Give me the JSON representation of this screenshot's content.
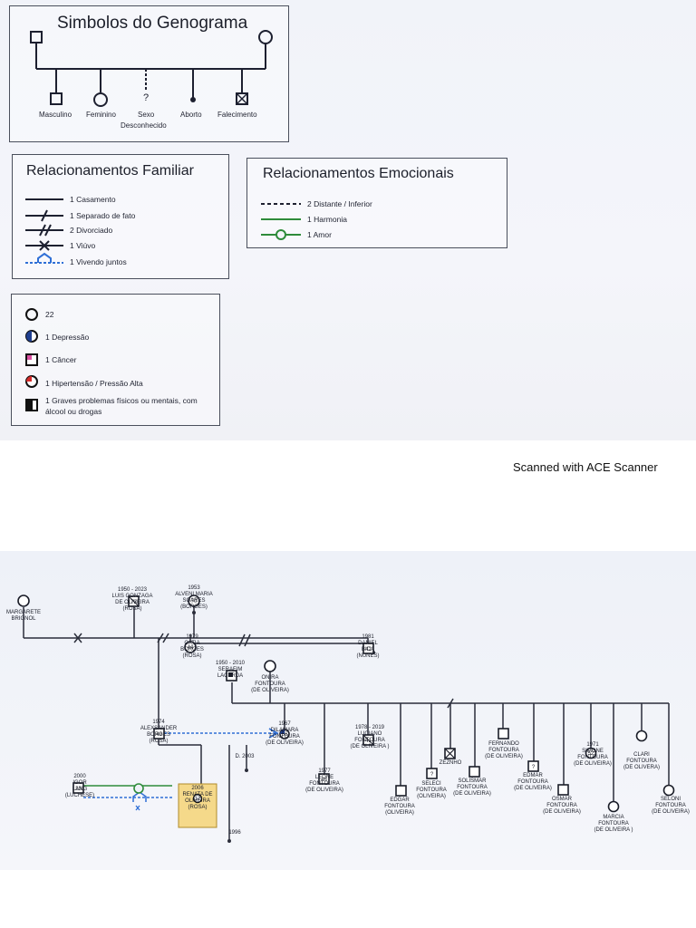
{
  "symbols_panel": {
    "title": "Simbolos do Genograma",
    "items": [
      "Masculino",
      "Feminino",
      "Sexo",
      "Desconhecido",
      "Aborto",
      "Falecimento"
    ],
    "unknown_mark": "?"
  },
  "family_panel": {
    "title": "Relacionamentos Familiar",
    "items": [
      "1 Casamento",
      "1 Separado de fato",
      "2 Divorciado",
      "1 Viúvo",
      "1 Vivendo juntos"
    ]
  },
  "emotional_panel": {
    "title": "Relacionamentos Emocionais",
    "items": [
      "2 Distante / Inferior",
      "1 Harmonia",
      "1 Amor"
    ]
  },
  "health_panel": {
    "items": [
      "22",
      "1 Depressão",
      "1 Câncer",
      "1 Hipertensão / Pressão Alta",
      "1 Graves problemas físicos ou mentais, com",
      "álcool ou drogas"
    ]
  },
  "scan_caption": "Scanned with ACE Scanner",
  "genogram": {
    "people": {
      "margarete": [
        "MARGARETE",
        "BRIGNOL"
      ],
      "luis": [
        "1950 - 2023",
        "LUIS GONZAGA",
        "DE OLIVEIRA",
        "(ROSA)"
      ],
      "alveni": [
        "1953",
        "ALVENI MARIA",
        "SOARES",
        "(BORGES)"
      ],
      "catia": [
        "1979",
        "CATIA",
        "BORGES",
        "(ROSA)"
      ],
      "daniel": [
        "1981",
        "DANIEL",
        "BICA",
        "(NUNES)"
      ],
      "serafim": [
        "1950 - 2010",
        "SERAFIM",
        "LACERDA"
      ],
      "onira": [
        "ONIRA",
        "FONTOURA",
        "(DE OLIVEIRA)"
      ],
      "alexsander": [
        "1974",
        "ALEXSANDER",
        "BORGES",
        "(ROSA)"
      ],
      "dilamara": [
        "1967",
        "DILAMARA",
        "FONTOURA",
        "(DE OLIVEIRA)"
      ],
      "d2003": [
        "D. 2003"
      ],
      "luciano": [
        "1978 - 2019",
        "LUCIANO",
        "FONTOURA",
        "(DE OLIVEIRA )"
      ],
      "leone": [
        "1977",
        "LEONE",
        "FONTOURA",
        "(DE OLIVEIRA)"
      ],
      "edgar": [
        "EDGAR",
        "FONTOURA",
        "(OLIVEIRA)"
      ],
      "seleci": [
        "SELECI",
        "FONTOURA",
        "(OLIVEIRA)"
      ],
      "zeznho": [
        "ZEZNHO"
      ],
      "solismar": [
        "SOLISMAR",
        "FONTOURA",
        "(DE OLIVEIRA)"
      ],
      "fernando": [
        "FERNANDO",
        "FONTOURA",
        "(DE OLIVEIRA)"
      ],
      "edmar": [
        "EDMAR",
        "FONTOURA",
        "(DE OLIVEIRA)"
      ],
      "osmar": [
        "OSMAR",
        "FONTOURA",
        "(DE OLIVEIRA)"
      ],
      "simone": [
        "1971",
        "SIMONE",
        "FONTOURA",
        "(DE OLIVEIRA)"
      ],
      "marcia": [
        "MARCIA",
        "FONTOURA",
        "(DE OLIVEIRA )"
      ],
      "clari": [
        "CLARI",
        "FONTOURA",
        "(DE OLIVERA)"
      ],
      "seloni": [
        "SELONI",
        "FONTOURA",
        "(DE OLIVEIRA)"
      ],
      "igor": [
        "2000",
        "IGOR",
        "LANG",
        "(LUCHESE)"
      ],
      "renata": [
        "2006",
        "RENATA DE",
        "OLIVEIRA",
        "(ROSA)"
      ],
      "y1996": [
        "1996"
      ]
    },
    "ages": {
      "luis": "73",
      "alveni": "70",
      "catia": "44",
      "daniel": "42",
      "serafim": "60",
      "alexsander": "49",
      "dilamara": "56",
      "luciano": "41",
      "leone": "46",
      "simone": "52",
      "igor": "23",
      "renata": "17",
      "seleci": "?",
      "edmar": "?"
    }
  },
  "colors": {
    "line": "#2a2d3a",
    "harmony": "#2e8b3a",
    "living_together": "#2f6fd6",
    "highlight": "#f5d98a",
    "depression": "#1f3f8f",
    "cancer": "#d94fa0",
    "hypertension": "#d42a2a"
  }
}
